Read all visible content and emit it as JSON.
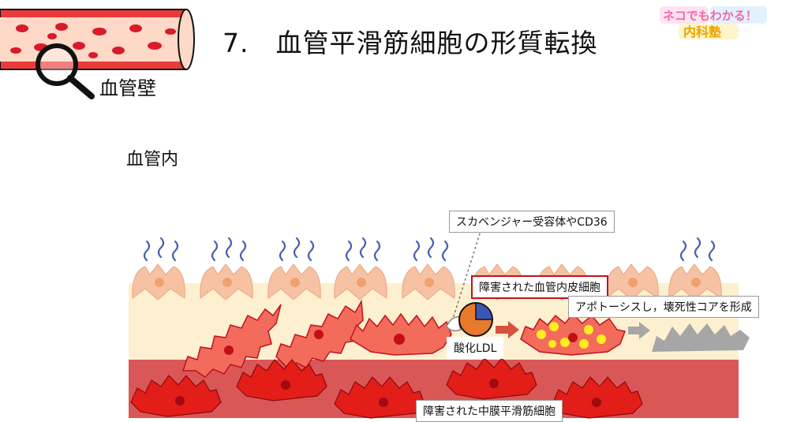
{
  "header": {
    "title": "7.　血管平滑筋細胞の形質転換",
    "logo_label": "血管壁",
    "brand_line1": "ネコでもわかる！",
    "brand_line2": "内科塾"
  },
  "diagram": {
    "lumen_label": "血管内",
    "scavenger_label": "スカベンジャー受容体やCD36",
    "endothelial_label": "障害された血管内皮細胞",
    "apoptosis_label": "アポトーシスし，壊死性コアを形成",
    "oxldl_label": "酸化LDL",
    "smooth_muscle_label": "障害された中膜平滑筋細胞"
  },
  "colors": {
    "intima": "#fdf0d0",
    "media": "#d95757",
    "endothelium": "#f7c2a4",
    "smc": "#e31d17",
    "nucleus": "#c20f17",
    "foam_cell": "#f36b5b",
    "lipid": "#ffee1f",
    "oxldl": "#e97a2c",
    "oxldl_quad": "#3a56b5",
    "necrotic": "#a6a6a6",
    "glycocalyx": "#4a5fb0"
  }
}
